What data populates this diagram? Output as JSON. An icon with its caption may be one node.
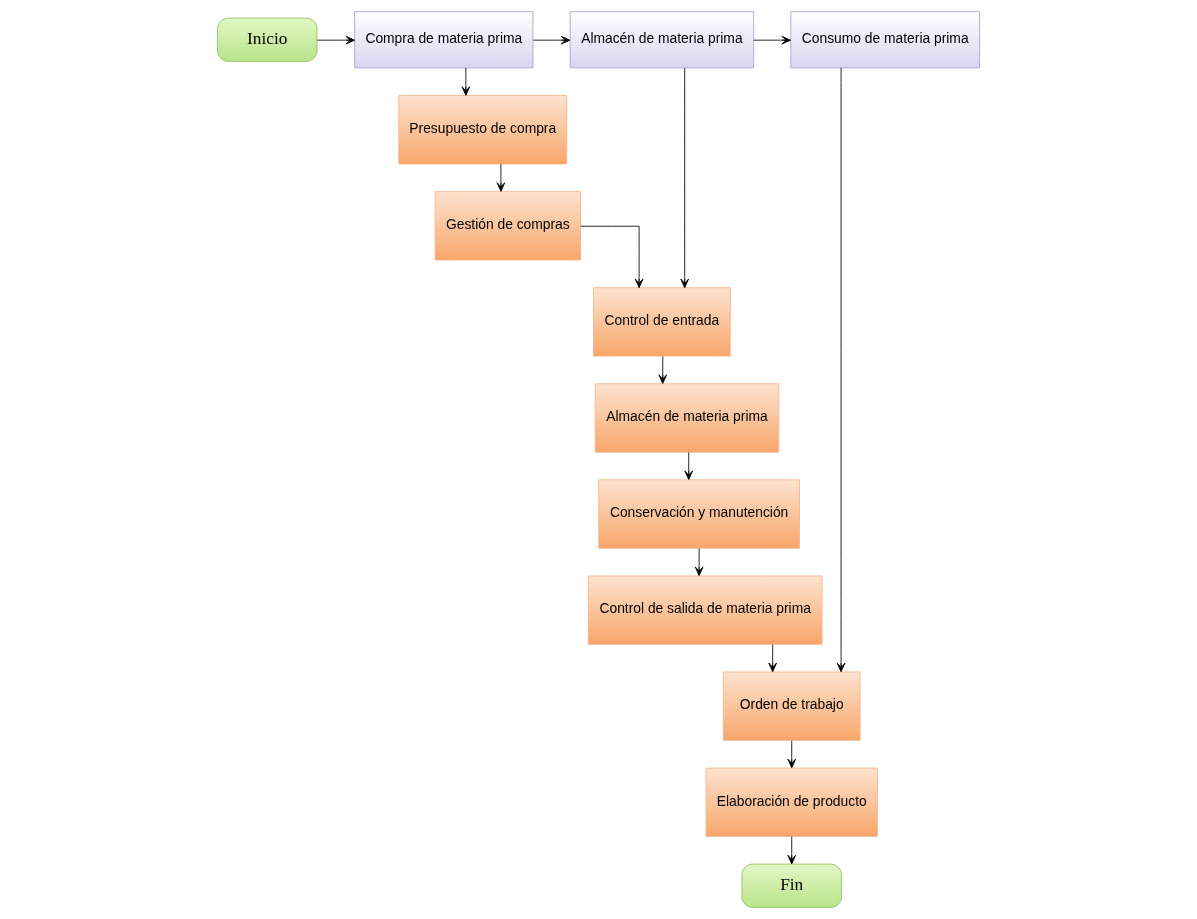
{
  "diagram": {
    "nodes": [
      {
        "text": [
          "Inicio"
        ]
      },
      {
        "text": [
          "Compra de materia prima"
        ]
      },
      {
        "text": [
          "Almacén de materia prima"
        ]
      },
      {
        "text": [
          "Consumo de materia prima"
        ]
      },
      {
        "text": [
          "Presupuesto de compra"
        ]
      },
      {
        "text": [
          "Gestión de compras"
        ]
      },
      {
        "text": [
          "Control de entrada"
        ]
      },
      {
        "text": [
          "Almacén de materia prima"
        ]
      },
      {
        "text": [
          "Conservación y manutención"
        ]
      },
      {
        "text": [
          "Control de salida de materia prima"
        ]
      },
      {
        "text": [
          "Orden de trabajo"
        ]
      },
      {
        "text": [
          "Elaboración de producto"
        ]
      },
      {
        "text": [
          "Fin"
        ]
      }
    ],
    "edges": [
      {
        "from": 0,
        "to": 1,
        "arrow": "to"
      },
      {
        "from": 1,
        "to": 2,
        "arrow": "to"
      },
      {
        "from": 2,
        "to": 3,
        "arrow": "to"
      },
      {
        "from": 1,
        "to": 4,
        "arrow": "to"
      },
      {
        "from": 4,
        "to": 5,
        "arrow": "to"
      },
      {
        "from": 5,
        "to": 6,
        "arrow": "to"
      },
      {
        "from": 2,
        "to": 6,
        "arrow": "to"
      },
      {
        "from": 6,
        "to": 7,
        "arrow": "to"
      },
      {
        "from": 7,
        "to": 8,
        "arrow": "to"
      },
      {
        "from": 8,
        "to": 9,
        "arrow": "to"
      },
      {
        "from": 9,
        "to": 10,
        "arrow": "to"
      },
      {
        "from": 3,
        "to": 10,
        "arrow": "to"
      },
      {
        "from": 10,
        "to": 11,
        "arrow": "to"
      },
      {
        "from": 11,
        "to": 12,
        "arrow": "to"
      }
    ]
  }
}
